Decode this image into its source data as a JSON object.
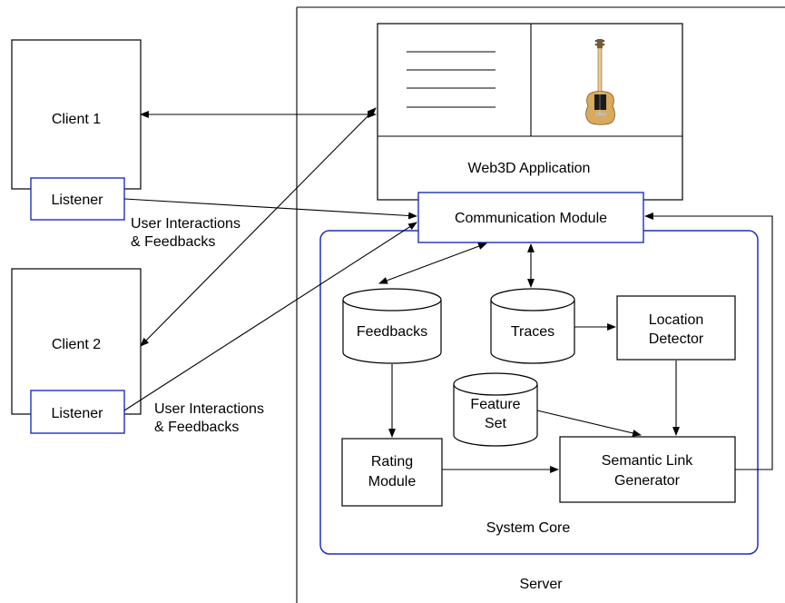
{
  "server": {
    "label": "Server"
  },
  "system_core": {
    "label": "System Core"
  },
  "web3d": {
    "label": "Web3D Application"
  },
  "communication_module": {
    "label": "Communication Module"
  },
  "clients": [
    {
      "label": "Client 1",
      "listener": "Listener"
    },
    {
      "label": "Client 2",
      "listener": "Listener"
    }
  ],
  "interaction_labels": [
    {
      "line1": "User Interactions",
      "line2": "& Feedbacks"
    },
    {
      "line1": "User Interactions",
      "line2": "& Feedbacks"
    }
  ],
  "stores": {
    "feedbacks": {
      "label": "Feedbacks"
    },
    "traces": {
      "label": "Traces"
    },
    "feature_set": {
      "line1": "Feature",
      "line2": "Set"
    }
  },
  "modules": {
    "location_detector": {
      "line1": "Location",
      "line2": "Detector"
    },
    "rating_module": {
      "line1": "Rating",
      "line2": "Module"
    },
    "semantic_link_generator": {
      "line1": "Semantic Link",
      "line2": "Generator"
    }
  },
  "colors": {
    "accent_blue": "#1f2fbf",
    "guitar_body": "#d9a95c"
  }
}
